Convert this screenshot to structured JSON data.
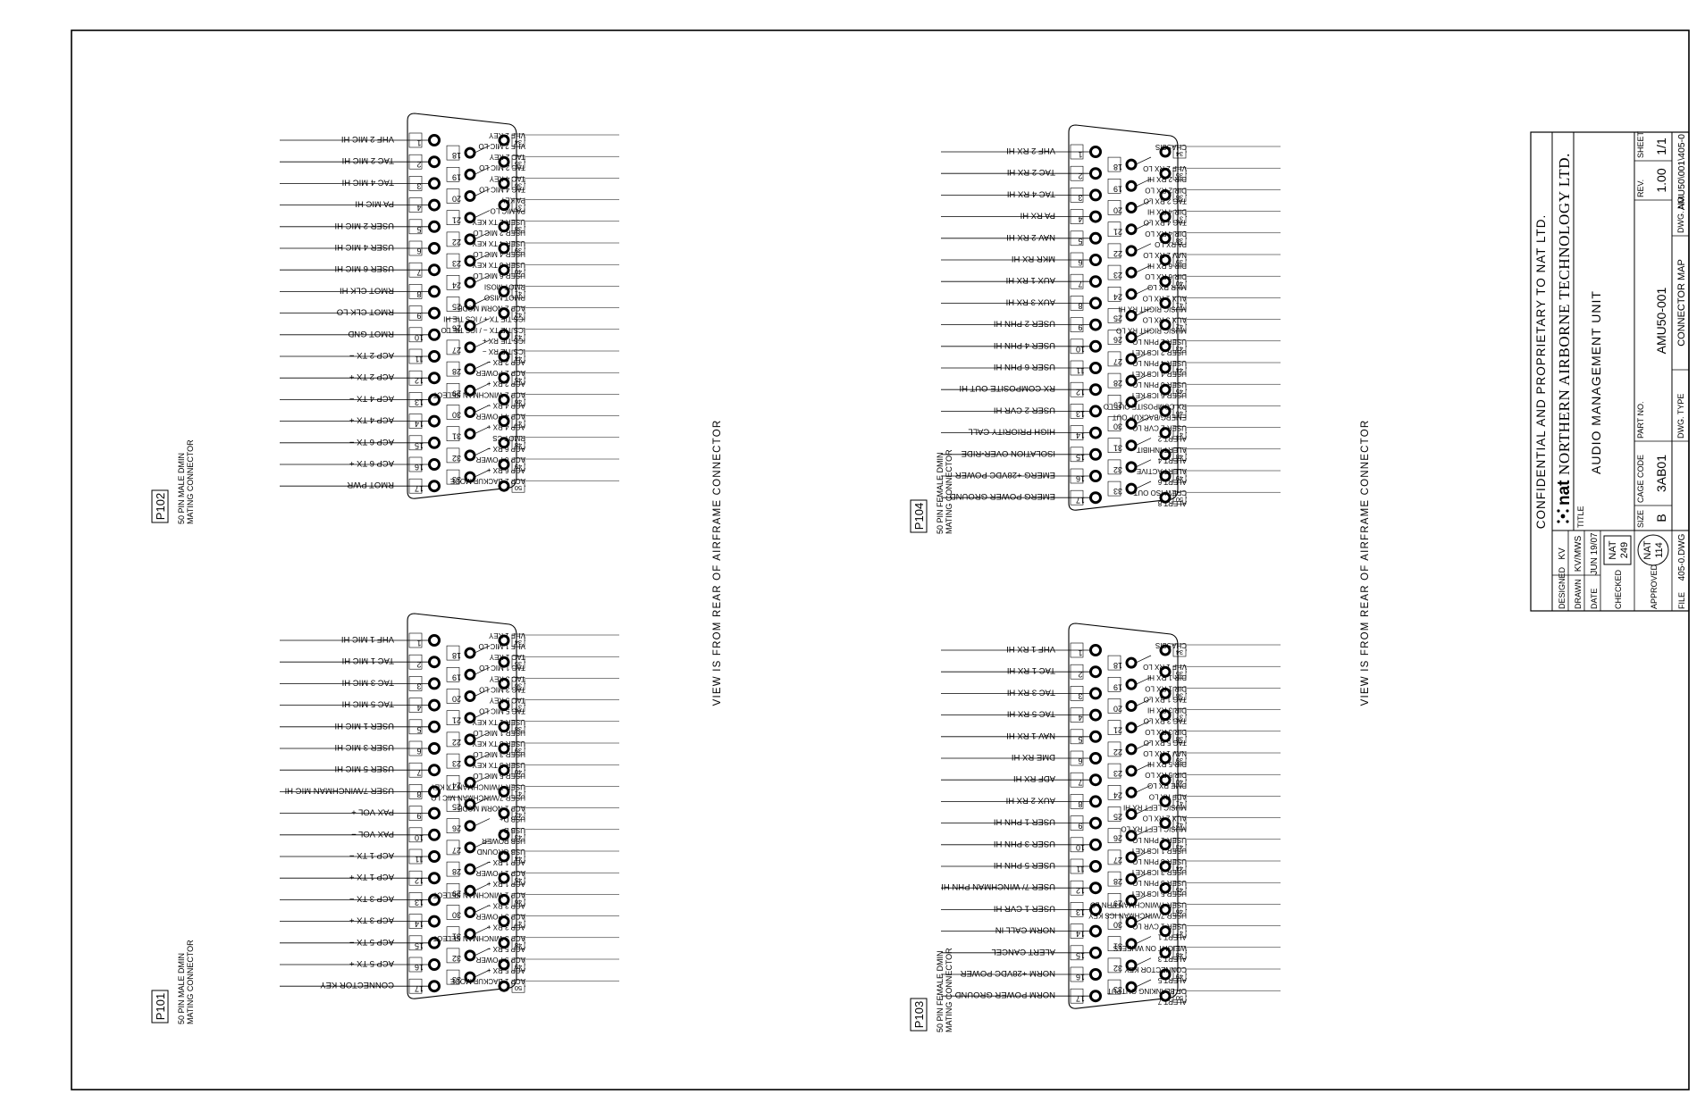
{
  "view_note": "VIEW IS FROM REAR OF AIRFRAME CONNECTOR",
  "connectors": [
    {
      "id": "P102",
      "caption_line1": "50 PIN MALE DMIN",
      "caption_line2": "MATING CONNECTOR",
      "left": [
        "VHF 2 MIC HI",
        "TAC 2 MIC HI",
        "TAC 4 MIC HI",
        "PA MIC HI",
        "USER 2 MIC HI",
        "USER 4 MIC HI",
        "USER 6 MIC HI",
        "RMOT CLK HI",
        "RMOT CLK LO",
        "RMOT GND",
        "ACP 2 TX −",
        "ACP 2 TX +",
        "ACP 4 TX −",
        "ACP 4 TX +",
        "ACP 6 TX −",
        "ACP 6 TX +",
        "RMOT PWR"
      ],
      "mid": [
        "",
        "",
        "",
        "",
        "",
        "",
        "",
        "",
        "",
        "",
        "",
        "",
        "",
        "",
        "",
        "",
        ""
      ],
      "right": [
        [
          "VHF 2 KEY",
          "VHF 2 MIC LO"
        ],
        [
          "TAC 2 KEY",
          "TAC 2 MIC LO"
        ],
        [
          "TAC 4 KEY",
          "TAC 4 MIC LO"
        ],
        [
          "PA KEY",
          "PA MIC LO"
        ],
        [
          "USER 2 TX KEY",
          "USER 2 MIC LO"
        ],
        [
          "USER 4 TX KEY",
          "USER 4 MIC LO"
        ],
        [
          "USER 6 TX KEY",
          "USER 6 MIC LO"
        ],
        [
          "RMOT MOSI",
          "RMOT MISO"
        ],
        [
          "ACP 2 NORM MODE",
          "ICS TIE TX + / ICS TIE HI"
        ],
        [
          "ICS TIE TX − / ICS TIE LO",
          "ICS TIE RX +"
        ],
        [
          "ICS TIE RX −",
          "ACP 2 RX −"
        ],
        [
          "ACP 2 POWER",
          "ACP 2 RX +"
        ],
        [
          "ACP 2 WINCHMAN SELECT",
          "ACP 4 RX −"
        ],
        [
          "ACP 4 POWER",
          "ACP 4 RX +"
        ],
        [
          "RMOT CS",
          "ACP 6 RX −"
        ],
        [
          "ACP 6 POWER",
          "ACP 6 RX +"
        ],
        [
          "ACP 2 BACKUP MODE",
          ""
        ]
      ]
    },
    {
      "id": "P101",
      "caption_line1": "50 PIN MALE DMIN",
      "caption_line2": "MATING CONNECTOR",
      "left": [
        "VHF 1 MIC HI",
        "TAC 1 MIC HI",
        "TAC 3 MIC HI",
        "TAC 5 MIC HI",
        "USER 1 MIC HI",
        "USER 3 MIC HI",
        "USER 5 MIC HI",
        "USER 7/WINCHMAN MIC HI",
        "PAX VOL +",
        "PAX VOL −",
        "ACP 1 TX −",
        "ACP 1 TX +",
        "ACP 3 TX −",
        "ACP 3 TX +",
        "ACP 5 TX −",
        "ACP 5 TX +",
        "CONNECTOR KEY"
      ],
      "mid": [
        "",
        "",
        "",
        "",
        "",
        "",
        "",
        "",
        "",
        "",
        "",
        "",
        "",
        "",
        "",
        "",
        ""
      ],
      "right": [
        [
          "VHF 1 KEY",
          "VHF 1 MIC LO"
        ],
        [
          "TAC 1 KEY",
          "TAC 1 MIC LO"
        ],
        [
          "TAC 3 KEY",
          "TAC 3 MIC LO"
        ],
        [
          "TAC 5 KEY",
          "TAC 5 MIC LO"
        ],
        [
          "USER 1 TX KEY",
          "USER 1 MIC LO"
        ],
        [
          "USER 3 TX KEY",
          "USER 3 MIC LO"
        ],
        [
          "USER 5 TX KEY",
          "USER 5 MIC LO"
        ],
        [
          "USER 7/WINCHMAN TX KEY",
          "USER 7/WINCHMAN MIC LO"
        ],
        [
          "ACP 1 NORM MODE",
          "USB D+"
        ],
        [
          "USB D−",
          "USB POWER"
        ],
        [
          "USB GROUND",
          "ACP 1 RX −"
        ],
        [
          "ACP 1 POWER",
          "ACP 1 RX +"
        ],
        [
          "ACP 1 WINCHMAN SELECT",
          "ACP 3 RX −"
        ],
        [
          "ACP 3 POWER",
          "ACP 3 RX +"
        ],
        [
          "ACP 3 WINCHMAN SELECT",
          "ACP 5 RX −"
        ],
        [
          "ACP 5 POWER",
          "ACP 5 RX +"
        ],
        [
          "ACP 1 BACKUP MODE",
          ""
        ]
      ]
    },
    {
      "id": "P104",
      "caption_line1": "50 PIN FEMALE DMIN",
      "caption_line2": "MATING CONNECTOR",
      "left": [
        "VHF 2 RX HI",
        "TAC 2 RX HI",
        "TAC 4 RX HI",
        "PA RX HI",
        "NAV 2 RX HI",
        "MKR RX HI",
        "AUX 1 RX HI",
        "AUX 3 RX HI",
        "USER 2 PHN HI",
        "USER 4 PHN HI",
        "USER 6 PHN HI",
        "RX COMPOSITE OUT HI",
        "USER 2 CVR HI",
        "HIGH PRIORITY CALL",
        "ISOLATION OVER-RIDE",
        "EMERG +28VDC POWER",
        "EMERG POWER GROUND"
      ],
      "mid": [
        "",
        "",
        "",
        "",
        "",
        "",
        "",
        "",
        "",
        "",
        "",
        "",
        "",
        "",
        "",
        "",
        ""
      ],
      "right": [
        [
          "CHASSIS",
          ""
        ],
        [
          "VHF 2 RX LO",
          "DIR 2 RX HI"
        ],
        [
          "DIR 2 RX LO",
          "TAC 2 RX LO"
        ],
        [
          "DIR 4 RX HI",
          "TAC 4 RX LO"
        ],
        [
          "DIR 4 RX LO",
          "PA RX LO"
        ],
        [
          "NAV 2 RX LO",
          "DIR 6 RX HI"
        ],
        [
          "DIR 6 RX LO",
          "MKR RX LO"
        ],
        [
          "AUX 1 RX LO",
          "MUSIC RIGHT RX HI"
        ],
        [
          "AUX 3 RX LO",
          "MUSIC RIGHT RX LO"
        ],
        [
          "USER 2 PHN LO",
          "USER 2 ICS KEY"
        ],
        [
          "USER 4 PHN LO",
          "USER 4 ICS KEY"
        ],
        [
          "USER 6 PHN LO",
          "USER 6 ICS KEY"
        ],
        [
          "RX COMPOSITE OUT LO",
          "EMERG/BACKUP OUT"
        ],
        [
          "USER 2 CVR LO",
          "ALERT 2"
        ],
        [
          "ALERT INHIBIT",
          "ALERT 4"
        ],
        [
          "ALERT ACTIVE",
          "ALERT 6"
        ],
        [
          "CREW ISO OUT",
          "ALERT 8"
        ]
      ]
    },
    {
      "id": "P103",
      "caption_line1": "50 PIN FEMALE DMIN",
      "caption_line2": "MATING CONNECTOR",
      "left": [
        "VHF 1 RX HI",
        "TAC 1 RX HI",
        "TAC 3 RX HI",
        "TAC 5 RX HI",
        "NAV 1 RX HI",
        "DME RX HI",
        "ADF RX HI",
        "AUX 2 RX HI",
        "USER 1 PHN HI",
        "USER 3 PHN HI",
        "USER 5 PHN HI",
        "USER 7/ WINCHMAN PHN HI",
        "USER 1 CVR HI",
        "NORM CALL IN",
        "ALERT CANCEL",
        "NORM +28VDC POWER",
        "NORM POWER GROUND"
      ],
      "mid": [
        "",
        "",
        "",
        "",
        "",
        "",
        "",
        "",
        "",
        "",
        "",
        "",
        "",
        "",
        "",
        "",
        ""
      ],
      "right": [
        [
          "CHASSIS",
          ""
        ],
        [
          "VHF 1 RX LO",
          "DIR 1 RX HI"
        ],
        [
          "DIR 1 RX LO",
          "TAC 1 RX LO"
        ],
        [
          "DIR 3 RX HI",
          "TAC 3 RX LO"
        ],
        [
          "DIR 3 RX LO",
          "TAC 5 RX LO"
        ],
        [
          "NAV 1 RX LO",
          "DIR 5 RX HI"
        ],
        [
          "DIR 5 RX LO",
          "DME RX LO"
        ],
        [
          "ADF RX LO",
          "MUSIC LEFT RX HI"
        ],
        [
          "AUX 2 RX LO",
          "MUSIC LEFT RX LO"
        ],
        [
          "USER 1 PHN LO",
          "USER 1 ICS KEY"
        ],
        [
          "USER 3 PHN LO",
          "USER 3 ICS KEY"
        ],
        [
          "USER 5 PHN LO",
          "USER 5 ICS KEY"
        ],
        [
          "USER 7/WINCHMAN PHN LO",
          "USER 7/WINCHMAN ICS KEY"
        ],
        [
          "USER 1 CVR LO",
          "ALERT 1"
        ],
        [
          "WEIGHT ON WHEELS",
          "ALERT 3"
        ],
        [
          "CONNECTOR KEY",
          "ALERT 5"
        ],
        [
          "OF BLANKING OUTPUT",
          "ALERT 7"
        ]
      ]
    }
  ],
  "title_block": {
    "confidential": "CONFIDENTIAL AND PROPRIETARY TO NAT LTD.",
    "logo_text": "nat",
    "company": "NORTHERN AIRBORNE TECHNOLOGY LTD.",
    "title_label": "TITLE",
    "title": "AUDIO MANAGEMENT UNIT",
    "designed_label": "DESIGNED",
    "designed": "KV",
    "drawn_label": "DRAWN",
    "drawn": "KV/MWS",
    "date_label": "DATE",
    "date": "JUN 19/07",
    "checked_label": "CHECKED",
    "checked_stamp_line1": "NAT",
    "checked_stamp_line2": "249",
    "approved_label": "APPROVED",
    "approved_stamp_line1": "NAT",
    "approved_stamp_line2": "114",
    "file_label": "FILE",
    "file": "405-0.DWG",
    "size_label": "SIZE",
    "size": "B",
    "cage_label": "CAGE CODE",
    "cage": "3AB01",
    "part_label": "PART NO.",
    "part": "AMU50-001",
    "rev_label": "REV.",
    "rev": "1.00",
    "sheet_label": "SHEET",
    "sheet": "1/1",
    "dwg_type_label": "DWG. TYPE",
    "dwg_type": "CONNECTOR MAP",
    "dwg_no_label": "DWG. NO.",
    "dwg_no": "AMU50\\001\\405-0"
  }
}
